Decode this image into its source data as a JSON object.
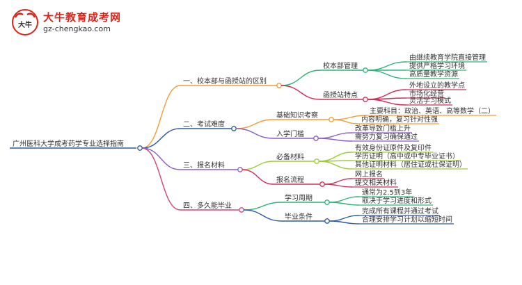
{
  "logo": {
    "title": "大牛教育成考网",
    "url": "gz-chengkao.com",
    "badge_text": "大牛",
    "brand_color": "#d9261c"
  },
  "mindmap": {
    "root": "广州医科大学成考药学专业选择指南",
    "branches": [
      {
        "label": "一、校本部与函授站的区别",
        "color": "#f39c35",
        "children": [
          {
            "label": "校本部管理",
            "color": "#2db37a",
            "children": [
              "由继续教育学院直接管理",
              "提供严格学习环境",
              "高质量教学资源"
            ]
          },
          {
            "label": "函授站特点",
            "color": "#d02c56",
            "children": [
              "外地设立的教学点",
              "市场化经营",
              "灵活学习模式"
            ]
          }
        ]
      },
      {
        "label": "二、考试难度",
        "color": "#2d5a9e",
        "children": [
          {
            "label": "基础知识考察",
            "color": "#f39c35",
            "children": [
              "主要科目：政治、英语、高等数学（二）",
              "内容明确，复习针对性强"
            ]
          },
          {
            "label": "入学门槛",
            "color": "#8a5cc8",
            "children": [
              "改革导致门槛上升",
              "需努力复习确保通过"
            ]
          }
        ]
      },
      {
        "label": "三、报名材料",
        "color": "#8a5cc8",
        "children": [
          {
            "label": "必备材料",
            "color": "#9acd32",
            "children": [
              "有效身份证原件及复印件",
              "学历证明（高中或中专毕业证书）",
              "其他证明材料（居住证或社保证明）"
            ]
          },
          {
            "label": "报名流程",
            "color": "#d02c56",
            "children": [
              "网上报名",
              "提交相关材料"
            ]
          }
        ]
      },
      {
        "label": "四、多久能毕业",
        "color": "#d0457a",
        "children": [
          {
            "label": "学习周期",
            "color": "#2db37a",
            "children": [
              "通常为2.5到3年",
              "取决于学习进度和形式"
            ]
          },
          {
            "label": "毕业条件",
            "color": "#2d5a9e",
            "children": [
              "完成所有课程并通过考试",
              "合理安排学习计划以缩短时间"
            ]
          }
        ]
      }
    ]
  }
}
